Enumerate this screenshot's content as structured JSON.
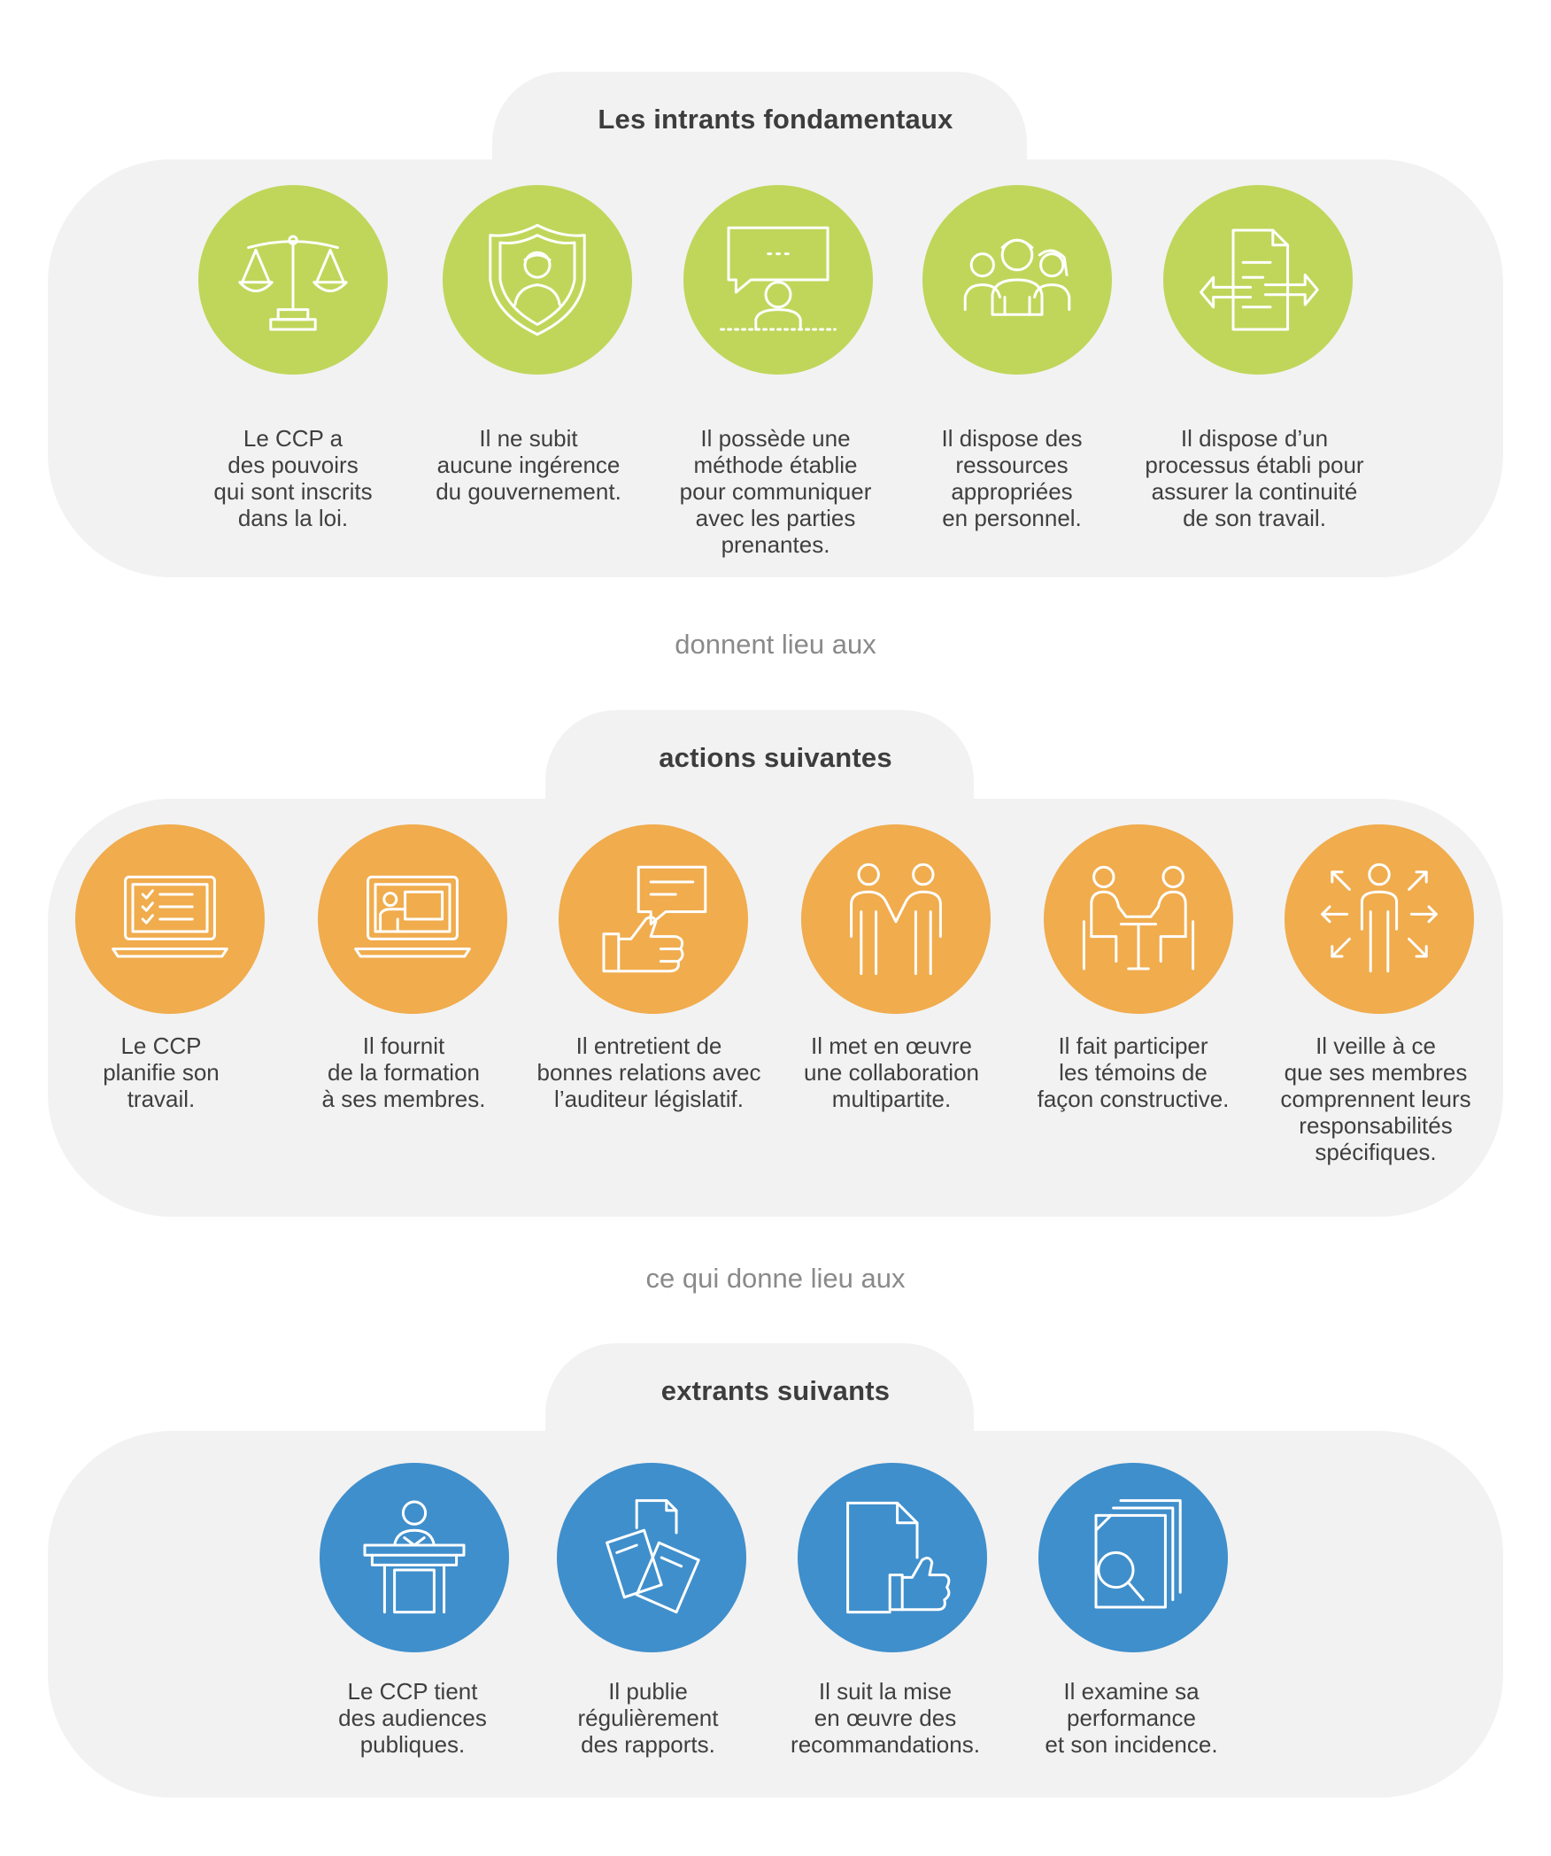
{
  "sections": [
    {
      "title": "Les intrants fondamentaux",
      "items": [
        {
          "icon": "scales-of-justice-icon",
          "lines": [
            "Le CCP a",
            "des pouvoirs",
            "qui sont inscrits",
            "dans la loi."
          ]
        },
        {
          "icon": "shield-person-icon",
          "lines": [
            "Il ne subit",
            "aucune ingérence",
            "du gouvernement."
          ]
        },
        {
          "icon": "speech-bubble-speaker-icon",
          "lines": [
            "Il possède une",
            "méthode établie",
            "pour communiquer",
            "avec les parties",
            "prenantes."
          ]
        },
        {
          "icon": "people-group-icon",
          "lines": [
            "Il dispose des",
            "ressources",
            "appropriées",
            "en personnel."
          ]
        },
        {
          "icon": "document-arrows-icon",
          "lines": [
            "Il dispose d’un",
            "processus établi pour",
            "assurer la continuité",
            "de son travail."
          ]
        }
      ]
    },
    {
      "title": "actions suivantes",
      "items": [
        {
          "icon": "laptop-checklist-icon",
          "lines": [
            "Le CCP",
            "planifie son",
            "travail."
          ]
        },
        {
          "icon": "laptop-presenter-icon",
          "lines": [
            "Il fournit",
            "de la formation",
            "à ses membres."
          ]
        },
        {
          "icon": "thumbs-up-message-icon",
          "lines": [
            "Il entretient de",
            "bonnes relations avec",
            "l’auditeur législatif."
          ]
        },
        {
          "icon": "two-people-handshake-icon",
          "lines": [
            "Il met en œuvre",
            "une collaboration",
            "multipartite."
          ]
        },
        {
          "icon": "people-at-table-icon",
          "lines": [
            "Il fait participer",
            "les témoins de",
            "façon constructive."
          ]
        },
        {
          "icon": "person-arrows-outward-icon",
          "lines": [
            "Il veille à ce",
            "que ses membres",
            "comprennent leurs",
            "responsabilités",
            "spécifiques."
          ]
        }
      ]
    },
    {
      "title": "extrants suivants",
      "items": [
        {
          "icon": "podium-speaker-icon",
          "lines": [
            "Le CCP tient",
            "des audiences",
            "publiques."
          ]
        },
        {
          "icon": "documents-icon",
          "lines": [
            "Il publie",
            "régulièrement",
            "des rapports."
          ]
        },
        {
          "icon": "document-thumbs-up-icon",
          "lines": [
            "Il suit la mise",
            "en œuvre des",
            "recommandations."
          ]
        },
        {
          "icon": "documents-magnifier-icon",
          "lines": [
            "Il examine sa",
            "performance",
            "et son incidence."
          ]
        }
      ]
    }
  ],
  "connectors": [
    "donnent lieu aux",
    "ce qui donne lieu aux"
  ],
  "colors": {
    "green": "#bfd65a",
    "orange": "#f0ac4d",
    "blue": "#3f8fcc",
    "panel": "#f2f2f2"
  }
}
